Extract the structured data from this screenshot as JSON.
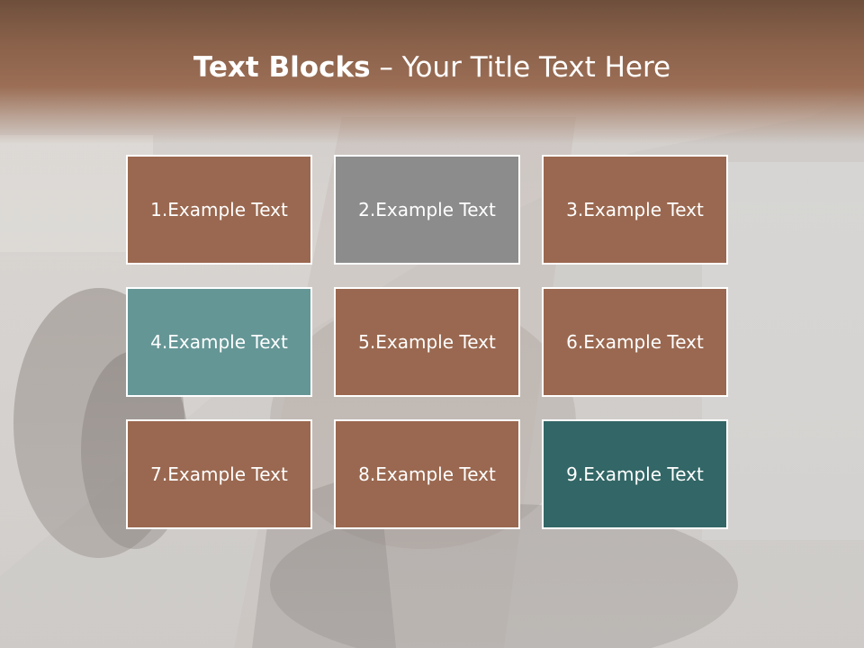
{
  "title": {
    "bold": "Text Blocks",
    "dash": " – ",
    "regular": "Your Title Text Here"
  },
  "blocks": [
    {
      "label": "1.Example Text",
      "color": "#9a6850"
    },
    {
      "label": "2.Example Text",
      "color": "#8c8c8c"
    },
    {
      "label": "3.Example Text",
      "color": "#9a6850"
    },
    {
      "label": "4.Example Text",
      "color": "#659696"
    },
    {
      "label": "5.Example Text",
      "color": "#9a6850"
    },
    {
      "label": "6.Example Text",
      "color": "#9a6850"
    },
    {
      "label": "7.Example Text",
      "color": "#9a6850"
    },
    {
      "label": "8.Example Text",
      "color": "#9a6850"
    },
    {
      "label": "9.Example Text",
      "color": "#336666"
    }
  ],
  "colors": {
    "brown": "#9a6850",
    "gray": "#8c8c8c",
    "teal": "#659696",
    "dark_teal": "#336666",
    "header": "#8a614a"
  }
}
